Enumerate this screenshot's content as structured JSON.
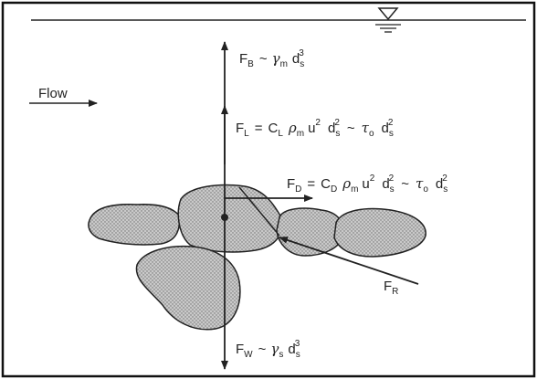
{
  "figure": {
    "flow_label": "Flow",
    "forces": {
      "buoyancy": {
        "F": "F",
        "sub": "B",
        "rel": "~",
        "gamma": "γ",
        "gamma_sub": "m",
        "d": "d",
        "d_sub": "s",
        "exp": "3"
      },
      "lift": {
        "F": "F",
        "sub": "L",
        "eq": "=",
        "C": "C",
        "C_sub": "L",
        "rho": "ρ",
        "rho_sub": "m",
        "u": "u",
        "u_exp": "2",
        "d": "d",
        "d_sub": "s",
        "d_exp": "2",
        "rel": "~",
        "tau": "τ",
        "tau_sub": "o",
        "d2": "d",
        "d2_sub": "s",
        "d2_exp": "2"
      },
      "drag": {
        "F": "F",
        "sub": "D",
        "eq": "=",
        "C": "C",
        "C_sub": "D",
        "rho": "ρ",
        "rho_sub": "m",
        "u": "u",
        "u_exp": "2",
        "d": "d",
        "d_sub": "s",
        "d_exp": "2",
        "rel": "~",
        "tau": "τ",
        "tau_sub": "o",
        "d2": "d",
        "d2_sub": "s",
        "d2_exp": "2"
      },
      "resultant": {
        "F": "F",
        "sub": "R"
      },
      "weight": {
        "F": "F",
        "sub": "W",
        "rel": "~",
        "gamma": "γ",
        "gamma_sub": "s",
        "d": "d",
        "d_sub": "s",
        "exp": "3"
      }
    },
    "colors": {
      "ink": "#222222",
      "stone_fill": "#c9c9c9",
      "stone_dots": "#6e6e6e",
      "frame": "#111111"
    }
  }
}
